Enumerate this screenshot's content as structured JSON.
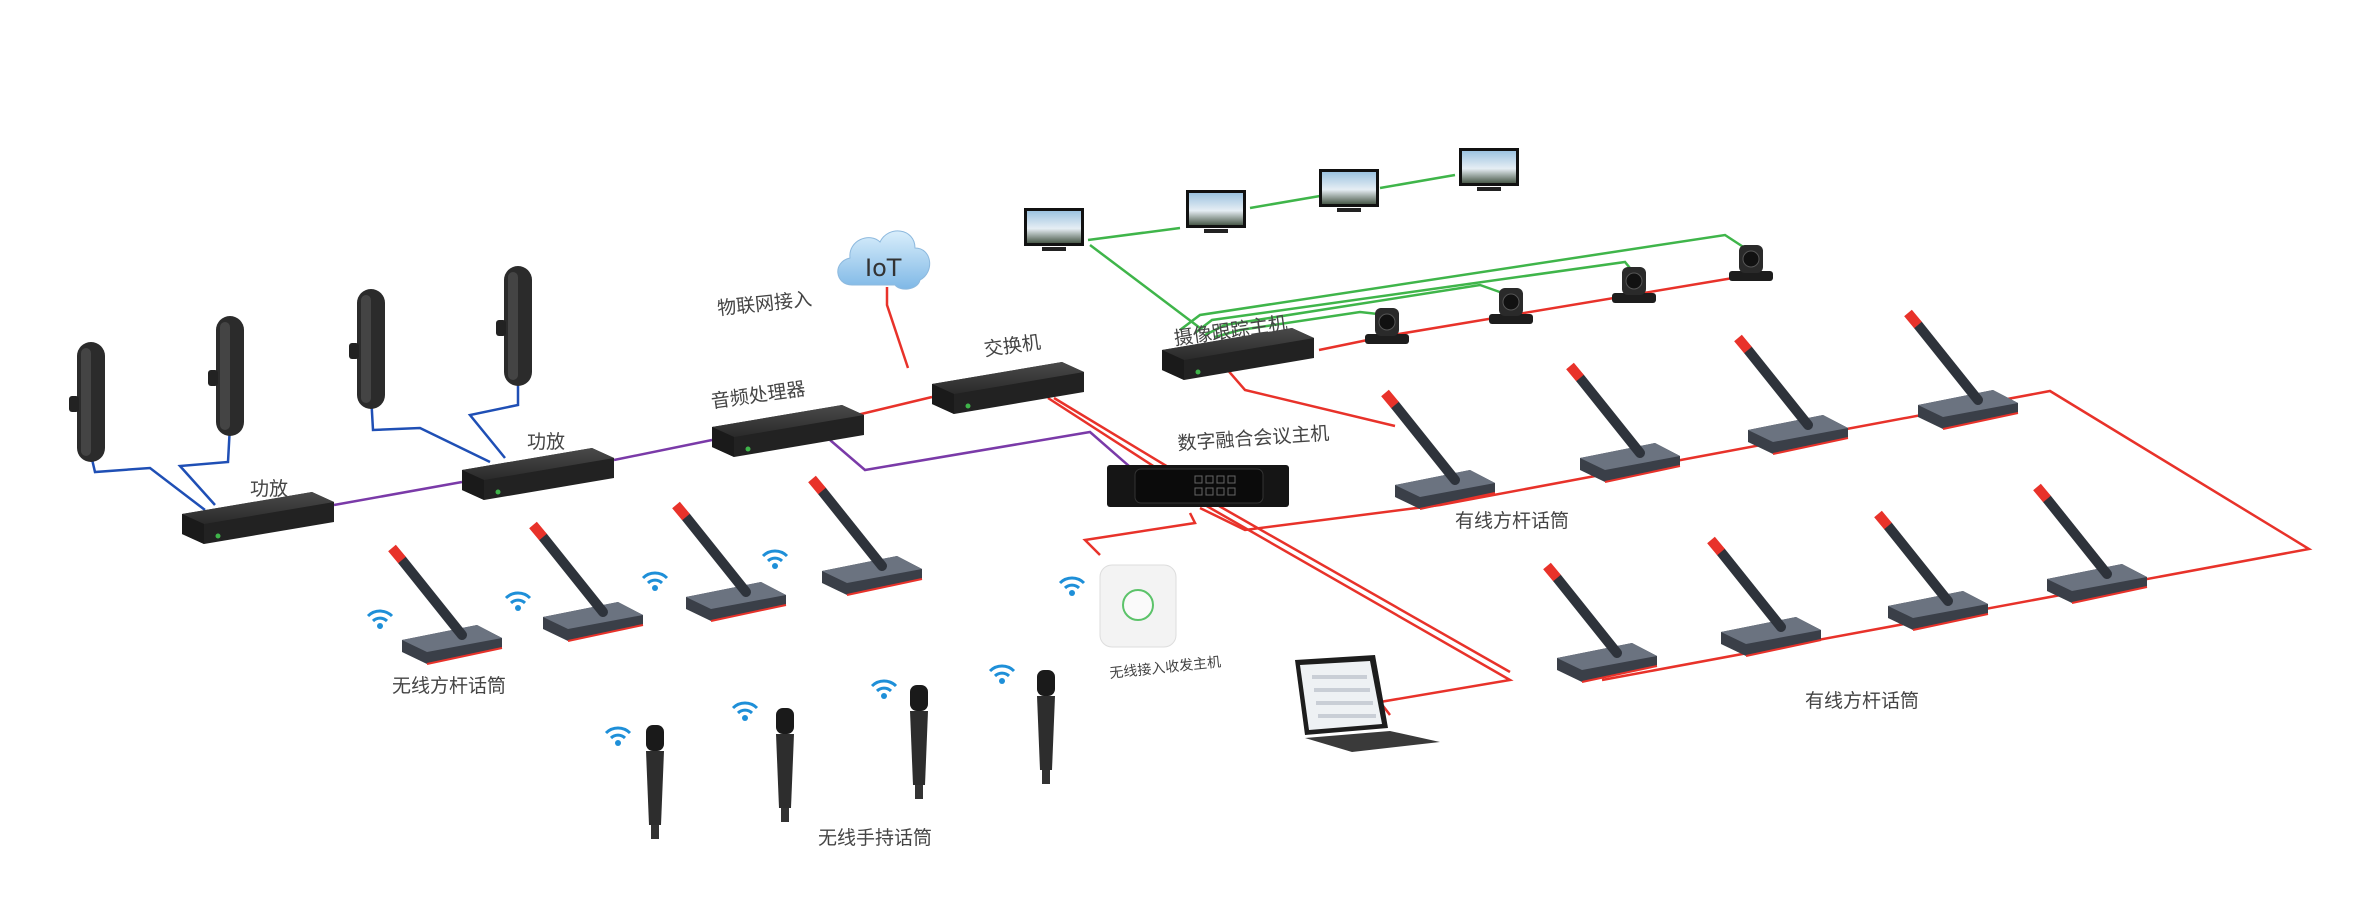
{
  "labels": {
    "amp1": "功放",
    "amp2": "功放",
    "audio_processor": "音频处理器",
    "switch": "交换机",
    "iot_access": "物联网接入",
    "iot_cloud": "IoT",
    "camera_tracking_host": "摄像跟踪主机",
    "conference_host": "数字融合会议主机",
    "wired_mics_top": "有线方杆话筒",
    "wired_mics_bottom": "有线方杆话筒",
    "wireless_desk_mics": "无线方杆话筒",
    "wireless_handheld_mics": "无线手持话筒",
    "wireless_transceiver": "无线接入收发主机"
  },
  "colors": {
    "network_line": "#e8322a",
    "video_line": "#3fb54a",
    "speaker_line": "#1f4fb5",
    "audio_line": "#7a3aa8",
    "wifi": "#1e8fd8"
  }
}
